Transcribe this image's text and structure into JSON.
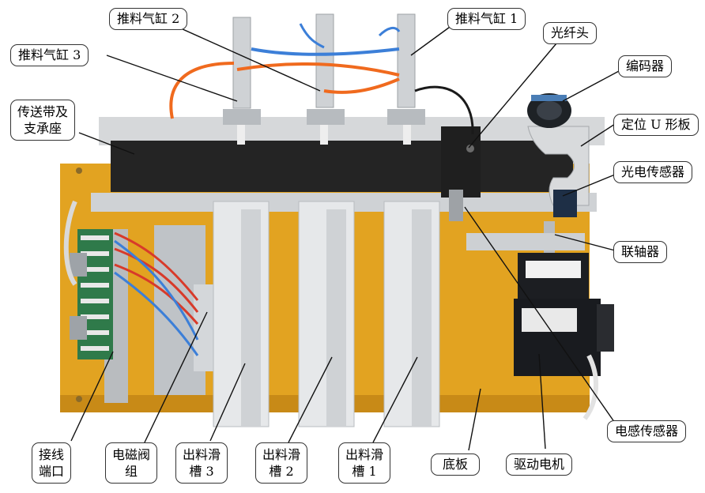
{
  "labels": {
    "cylinder_2": "推料气缸 2",
    "cylinder_1": "推料气缸 1",
    "fiber_head": "光纤头",
    "cylinder_3": "推料气缸 3",
    "encoder": "编码器",
    "belt_support": "传送带及\n支承座",
    "u_plate": "定位 U 形板",
    "photo_sensor": "光电传感器",
    "coupling": "联轴器",
    "inductive_sensor": "电感传感器",
    "terminal_port": "接线\n端口",
    "solenoid_valve": "电磁阀\n组",
    "chute_3": "出料滑\n槽 3",
    "chute_2": "出料滑\n槽 2",
    "chute_1": "出料滑\n槽 1",
    "base_plate": "底板",
    "drive_motor": "驱动电机"
  },
  "colors": {
    "base_plate": "#e2a321",
    "belt": "#242424",
    "frame": "#d6d8da",
    "chute": "#e6e8ea",
    "cylinder_body": "#cfd2d5",
    "air_hose_orange": "#f06a1e",
    "air_hose_blue": "#3c7fd8",
    "wire_red": "#d83a2a",
    "terminal_green": "#2f7a4a",
    "motor": "#1c1e22",
    "label_border": "#333333",
    "leader": "#111111"
  }
}
